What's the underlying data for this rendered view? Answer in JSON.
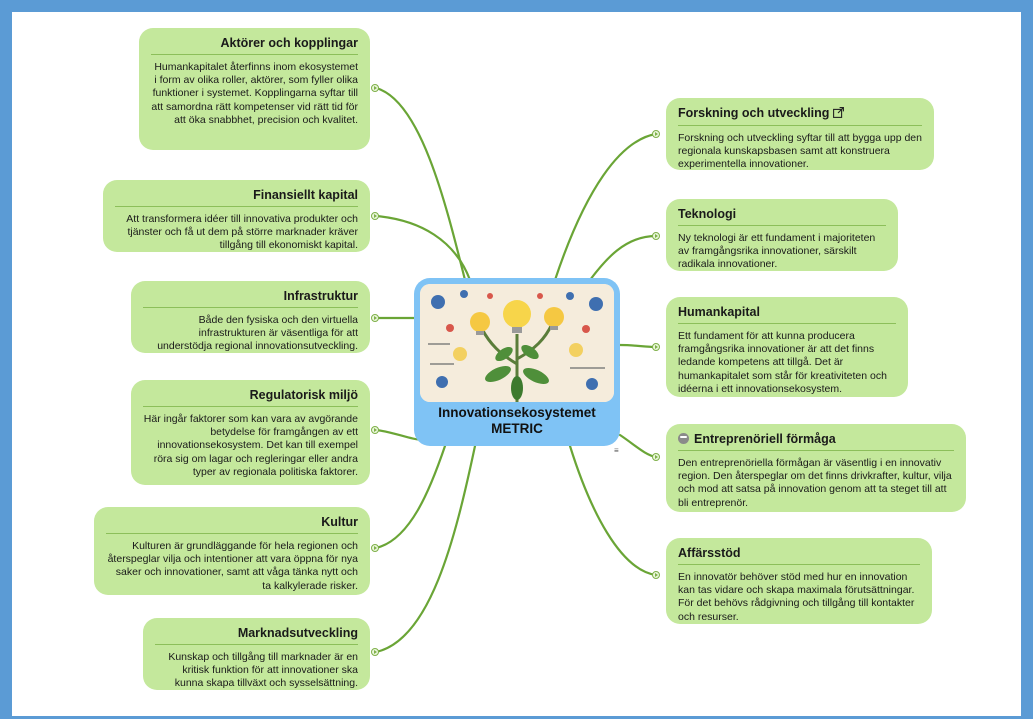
{
  "center": {
    "title": "Innovationsekosystemet METRIC",
    "image": "innovation-lightbulb-tree-illustration"
  },
  "colors": {
    "frame": "#5b9bd5",
    "node_fill": "#c4e89c",
    "link": "#6aa536",
    "center_fill": "#7fc3f5"
  },
  "left_nodes": [
    {
      "id": "aktorer",
      "title": "Aktörer och kopplingar",
      "body": "Humankapitalet återfinns inom ekosystemet i form av olika roller, aktörer, som fyller olika funktioner i systemet. Kopplingarna syftar till att samordna rätt kompetenser vid rätt tid för att öka snabbhet, precision och kvalitet."
    },
    {
      "id": "finansiellt",
      "title": "Finansiellt kapital",
      "body": "Att transformera idéer till innovativa produkter och tjänster och få ut dem på större marknader kräver tillgång till ekonomiskt kapital."
    },
    {
      "id": "infrastruktur",
      "title": "Infrastruktur",
      "body": "Både den fysiska och den virtuella infrastrukturen är väsentliga för att understödja regional innovationsutveckling."
    },
    {
      "id": "regulatorisk",
      "title": "Regulatorisk miljö",
      "body": "Här ingår faktorer som kan vara av avgörande betydelse för framgången av ett innovationsekosystem. Det kan till exempel röra sig om lagar och regleringar eller andra typer av regionala politiska faktorer."
    },
    {
      "id": "kultur",
      "title": "Kultur",
      "body": "Kulturen är grundläggande för hela regionen och återspeglar vilja och intentioner att vara öppna för nya saker och innovationer, samt att våga tänka nytt och ta kalkylerade risker."
    },
    {
      "id": "marknad",
      "title": "Marknadsutveckling",
      "body": "Kunskap och tillgång till marknader är en kritisk funktion för att innovationer ska kunna skapa tillväxt och sysselsättning."
    }
  ],
  "right_nodes": [
    {
      "id": "forskning",
      "title": "Forskning och utveckling",
      "icon": "external-link-icon",
      "body": "Forskning och utveckling syftar till att bygga upp den regionala kunskapsbasen samt att konstruera experimentella innovationer."
    },
    {
      "id": "teknologi",
      "title": "Teknologi",
      "body": "Ny teknologi är ett fundament i majoriteten av framgångsrika innovationer, särskilt radikala innovationer."
    },
    {
      "id": "humankapital",
      "title": "Humankapital",
      "body": "Ett fundament för att kunna producera framgångsrika innovationer är att det finns ledande kompetens att tillgå. Det är humankapitalet som står för kreativiteten och idéerna i ett innovationsekosystem."
    },
    {
      "id": "entreprenoriell",
      "title": "Entreprenöriell förmåga",
      "icon": "emoji-icon",
      "body": "Den entreprenöriella förmågan är väsentlig i en innovativ region. Den återspeglar om det finns drivkrafter, kultur, vilja och mod att satsa på innovation genom att ta steget till att bli entreprenör."
    },
    {
      "id": "affarsstod",
      "title": "Affärsstöd",
      "body": "En innovatör behöver stöd med hur en innovation kan tas vidare och skapa maximala förutsättningar. För det behövs rådgivning och tillgång till kontakter och resurser."
    }
  ]
}
